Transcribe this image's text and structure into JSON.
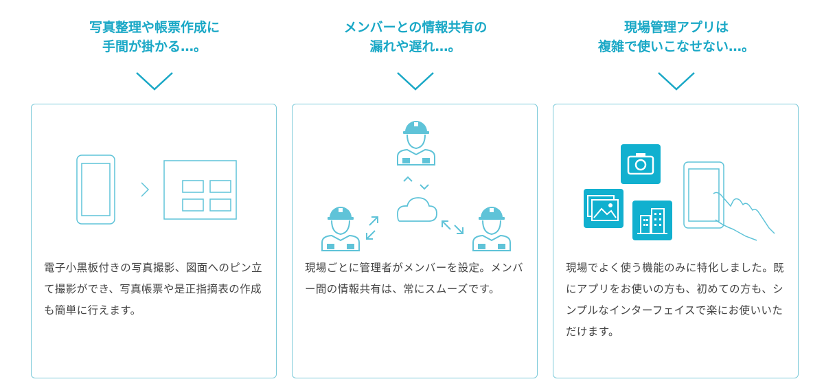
{
  "colors": {
    "accent": "#1aa8c6",
    "card_border": "#7ccad9",
    "line_art": "#5fc3d8",
    "text": "#444444",
    "icon_fill": "#11b0cf"
  },
  "features": [
    {
      "heading_line1": "写真整理や帳票作成に",
      "heading_line2": "手間が掛かる…。",
      "description": "電子小黒板付きの写真撮影、図面へのピン立て撮影ができ、写真帳票や是正指摘表の作成も簡単に行えます。",
      "icons": [
        "smartphone-icon",
        "chevron-right-icon",
        "document-layout-icon"
      ]
    },
    {
      "heading_line1": "メンバーとの情報共有の",
      "heading_line2": "漏れや遅れ…。",
      "description": "現場ごとに管理者がメンバーを設定。メンバー間の情報共有は、常にスムーズです。",
      "icons": [
        "worker-icon",
        "swap-arrows-icon",
        "cloud-icon"
      ]
    },
    {
      "heading_line1": "現場管理アプリは",
      "heading_line2": "複雑で使いこなせない…。",
      "description": "現場でよく使う機能のみに特化しました。既にアプリをお使いの方も、初めての方も、シンプルなインターフェイスで楽にお使いいただけます。",
      "icons": [
        "camera-icon",
        "gallery-icon",
        "building-icon",
        "tablet-hand-icon"
      ]
    }
  ]
}
